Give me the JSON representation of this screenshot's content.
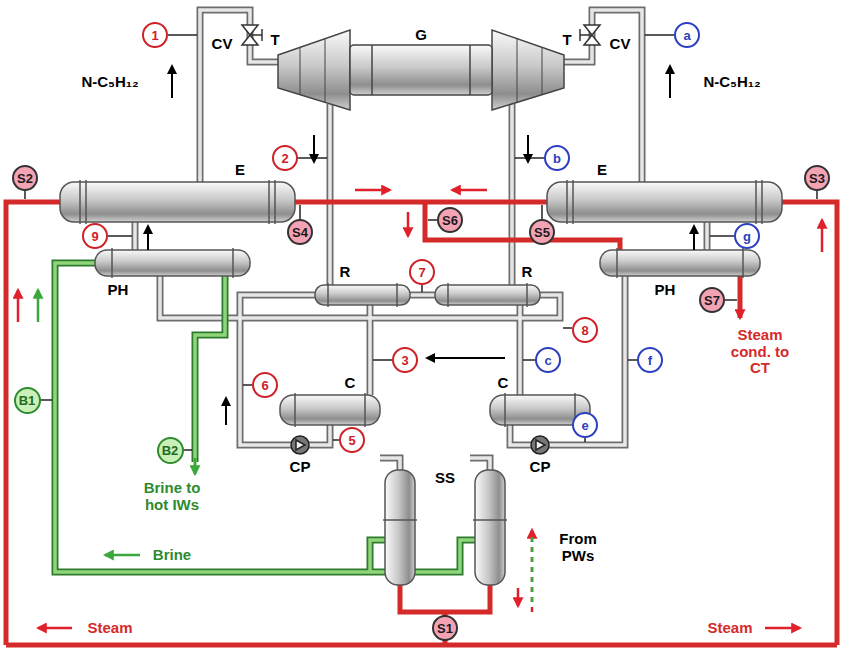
{
  "diagram": {
    "nodes": [
      {
        "text": [
          "1"
        ]
      },
      {
        "text": [
          "a"
        ]
      },
      {
        "text": [
          "2"
        ]
      },
      {
        "text": [
          "b"
        ]
      },
      {
        "text": [
          "S2"
        ]
      },
      {
        "text": [
          "S3"
        ]
      },
      {
        "text": [
          "S6"
        ]
      },
      {
        "text": [
          "S4"
        ]
      },
      {
        "text": [
          "S5"
        ]
      },
      {
        "text": [
          "9"
        ]
      },
      {
        "text": [
          "g"
        ]
      },
      {
        "text": [
          "7"
        ]
      },
      {
        "text": [
          "S7"
        ]
      },
      {
        "text": [
          "8"
        ]
      },
      {
        "text": [
          "f"
        ]
      },
      {
        "text": [
          "3"
        ]
      },
      {
        "text": [
          "c"
        ]
      },
      {
        "text": [
          "6"
        ]
      },
      {
        "text": [
          "B1"
        ]
      },
      {
        "text": [
          "e"
        ]
      },
      {
        "text": [
          "5"
        ]
      },
      {
        "text": [
          "B2"
        ]
      },
      {
        "text": [
          "S1"
        ]
      }
    ],
    "labels": [
      "CV",
      "T",
      "G",
      "T",
      "CV",
      "N-C₅H₁₂",
      "N-C₅H₁₂",
      "E",
      "E",
      "PH",
      "PH",
      "R",
      "R",
      "C",
      "C",
      "CP",
      "CP",
      "SS",
      "Brine to hot IWs",
      "Brine",
      "From PWs",
      "Steam cond. to CT",
      "Steam",
      "Steam"
    ]
  }
}
